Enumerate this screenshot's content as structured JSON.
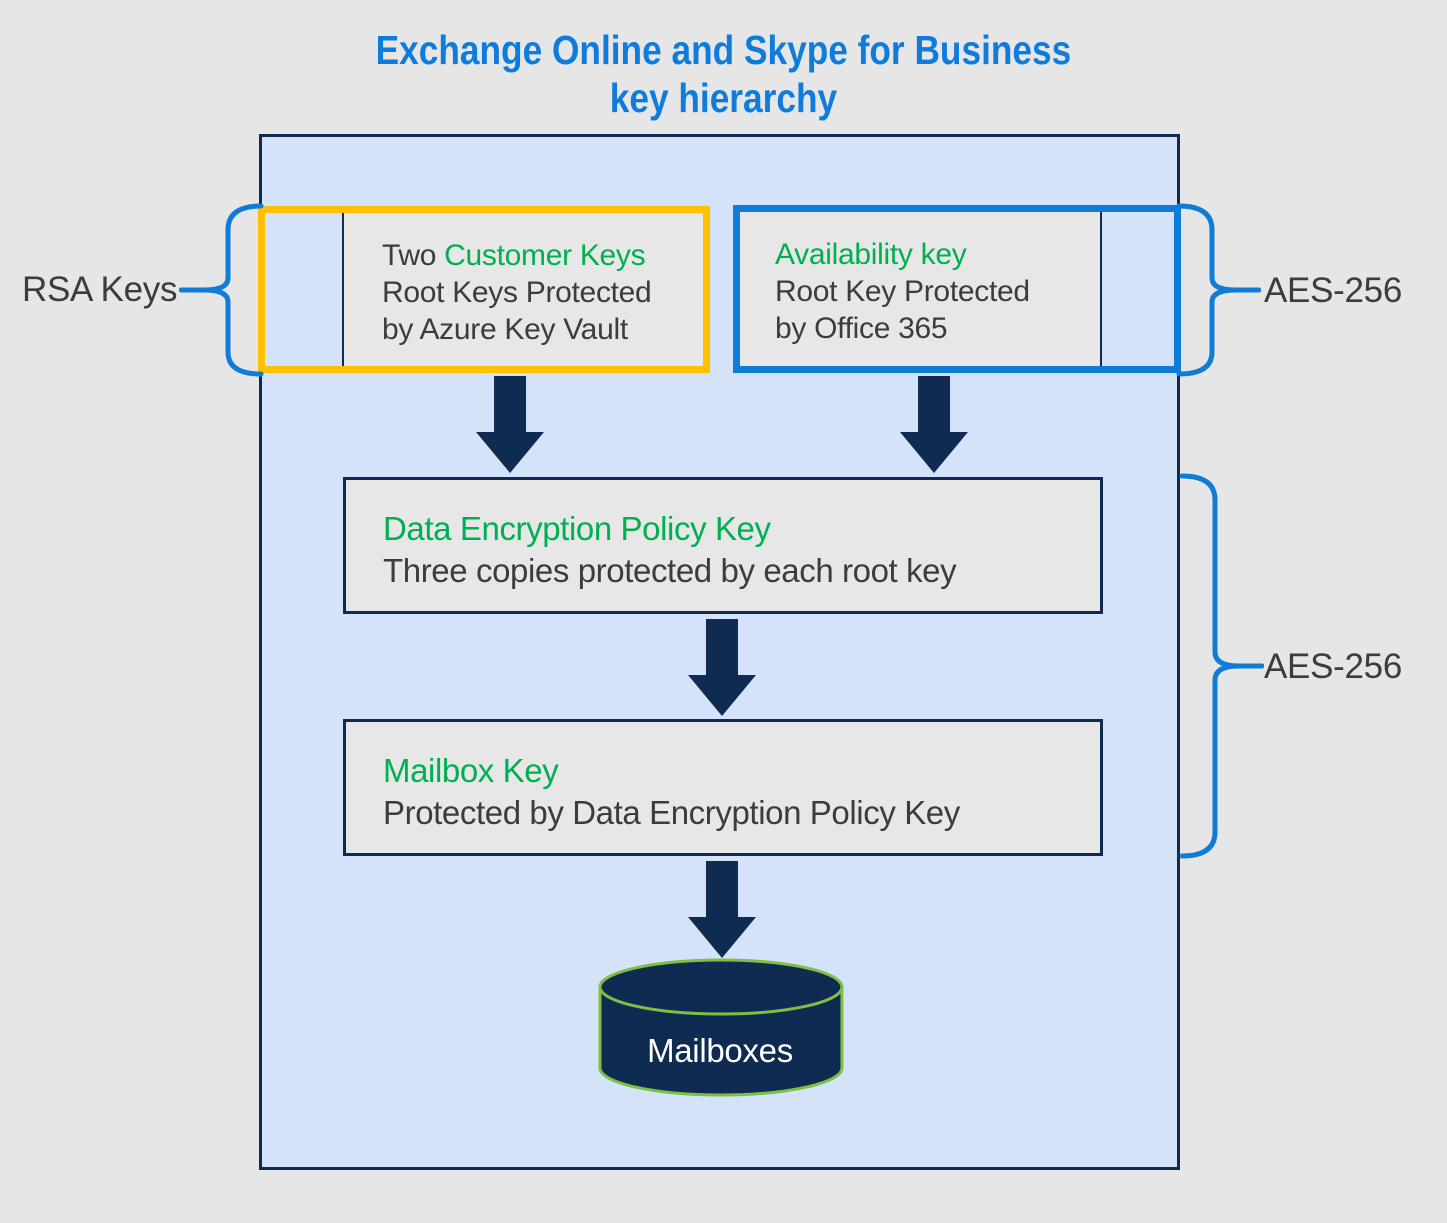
{
  "title": {
    "line1": "Exchange Online and Skype for Business",
    "line2": "key hierarchy"
  },
  "side_labels": {
    "rsa": "RSA Keys",
    "aes_top": "AES-256",
    "aes_bottom": "AES-256"
  },
  "boxes": {
    "customer_keys": {
      "prefix": "Two ",
      "name": "Customer Keys",
      "line2": "Root Keys Protected",
      "line3": "by Azure Key Vault"
    },
    "availability_key": {
      "name": "Availability key",
      "line2": "Root Key Protected",
      "line3": "by Office 365"
    },
    "data_encryption_policy_key": {
      "name": "Data Encryption Policy Key",
      "line2": "Three copies protected by each root key"
    },
    "mailbox_key": {
      "name": "Mailbox Key",
      "line2": "Protected by Data Encryption Policy Key"
    }
  },
  "database": {
    "label": "Mailboxes"
  },
  "colors": {
    "title_blue": "#0F7CDB",
    "brace_blue": "#0F7CD5",
    "box_border_orange": "#FFC000",
    "highlight_green": "#00B050",
    "navy": "#0F2B52",
    "container_light_blue": "#D5E3FA",
    "box_gray": "#E8E7E7",
    "cylinder_stroke_green": "#7EC142",
    "page_background": "#E7E6E6",
    "body_text": "#3C3C3C"
  }
}
